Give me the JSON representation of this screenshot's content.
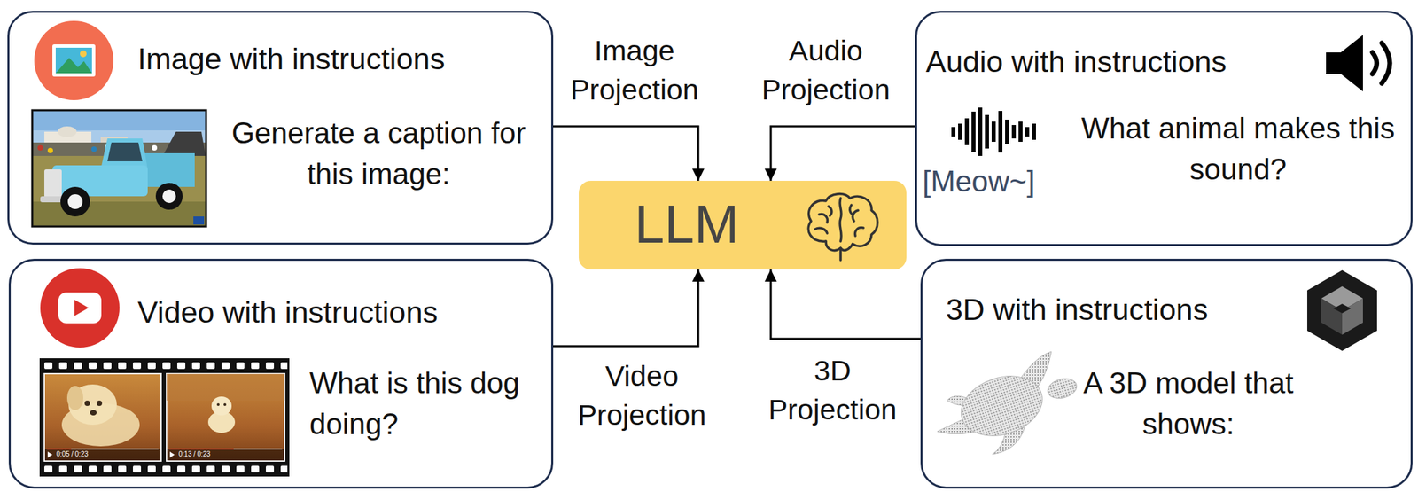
{
  "diagram": {
    "nodes": [
      {
        "text": [
          "Image with instructions",
          "Generate a caption for this image:"
        ]
      },
      {
        "text": [
          "Audio with instructions",
          "[Meow~]",
          "What animal makes this sound?"
        ]
      },
      {
        "text": [
          "LLM"
        ]
      },
      {
        "text": [
          "Video with instructions",
          "What is this dog doing?"
        ]
      },
      {
        "text": [
          "3D with instructions",
          "A 3D model that shows:"
        ]
      }
    ],
    "edges": [
      {
        "from": 0,
        "to": 2,
        "arrow": "to",
        "label": "Image Projection"
      },
      {
        "from": 1,
        "to": 2,
        "arrow": "to",
        "label": "Audio Projection"
      },
      {
        "from": 3,
        "to": 2,
        "arrow": "to",
        "label": "Video Projection"
      },
      {
        "from": 4,
        "to": 2,
        "arrow": "to",
        "label": "3D Projection"
      }
    ],
    "labels": [
      "0:05 / 0:23",
      "0:13 / 0:23"
    ]
  }
}
